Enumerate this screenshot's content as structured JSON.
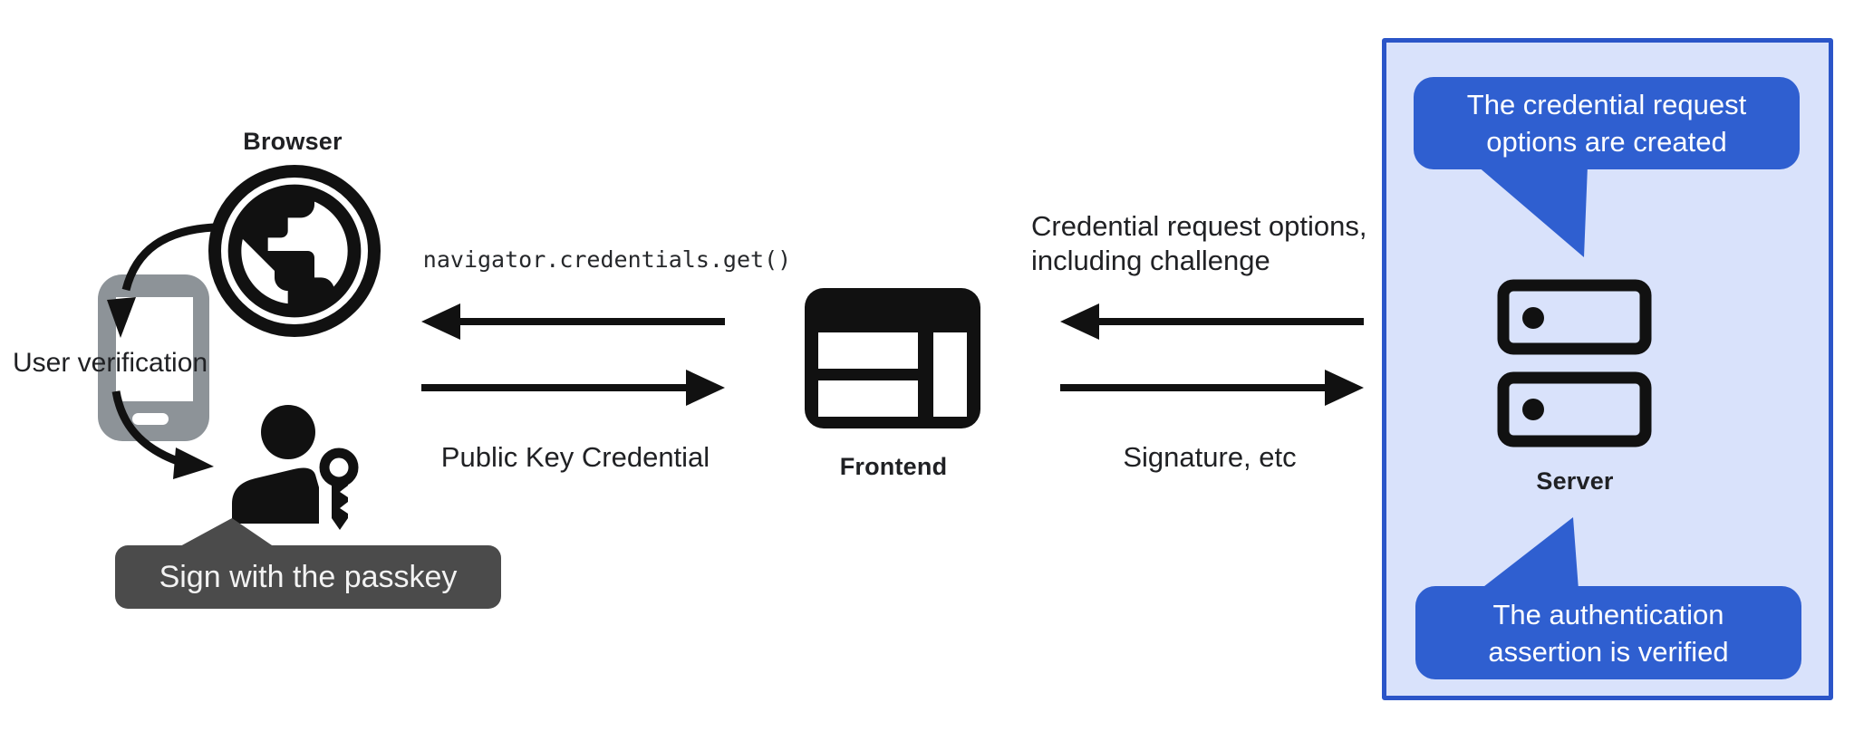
{
  "nodes": {
    "browser": {
      "label": "Browser",
      "icon": "globe-icon"
    },
    "user_verification": {
      "label": "User verification",
      "icon": "smartphone-icon"
    },
    "passkey_user": {
      "tooltip": "Sign with the passkey",
      "icon": "person-key-icon"
    },
    "frontend": {
      "label": "Frontend",
      "icon": "browser-window-icon"
    },
    "server": {
      "label": "Server",
      "icon": "server-stack-icon"
    }
  },
  "messages": {
    "api_call": "navigator.credentials.get()",
    "public_key_credential": "Public Key Credential",
    "credential_request_options": "Credential request options,\nincluding challenge",
    "signature": "Signature, etc"
  },
  "server_callouts": {
    "top": "The credential request\noptions are created",
    "bottom": "The authentication\nassertion is verified"
  },
  "colors": {
    "callout_blue": "#2f5fd0",
    "server_panel_fill": "#d9e2fb",
    "server_panel_border": "#2b55c8",
    "tooltip_gray": "#4b4b4b",
    "icon_black": "#111111",
    "phone_gray": "#8d9398",
    "text": "#202124"
  }
}
